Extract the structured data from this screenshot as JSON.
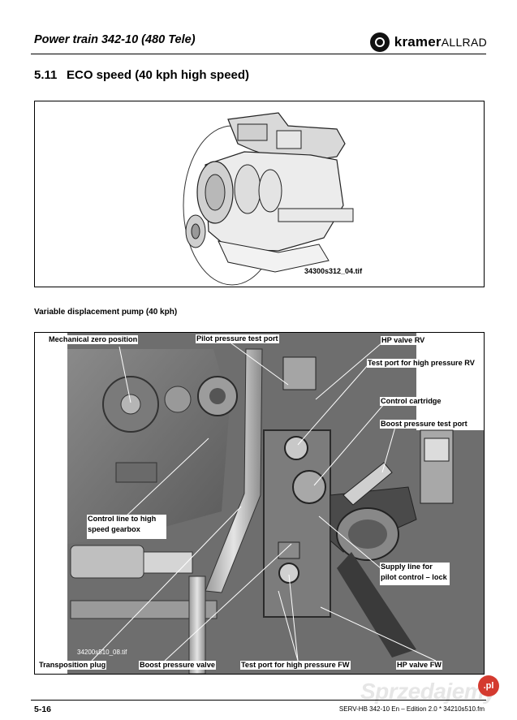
{
  "header": {
    "title": "Power train 342-10 (480 Tele)",
    "brand_main": "kramer",
    "brand_sub": "ALLRAD",
    "logo_icon": "kramer-logo-icon"
  },
  "section": {
    "number": "5.11",
    "title": "ECO speed (40 kph high speed)"
  },
  "figure1": {
    "image_label": "34300s312_04.tif"
  },
  "figure2": {
    "caption": "Variable displacement pump (40 kph)",
    "image_label": "34200s510_08.tif",
    "labels": {
      "mechanical_zero": "Mechanical zero position",
      "pilot_test": "Pilot pressure test port",
      "hp_rv": "HP valve RV",
      "test_hp_rv": "Test port for high pressure RV",
      "control_cartridge": "Control cartridge",
      "boost_test": "Boost pressure test port",
      "control_line_1": "Control line to high",
      "control_line_2": "speed gearbox",
      "supply_1": "Supply line for",
      "supply_2": "pilot control – lock",
      "transposition": "Transposition plug",
      "boost_valve": "Boost pressure valve",
      "test_hp_fw": "Test port for high pressure FW",
      "hp_fw": "HP valve FW"
    }
  },
  "footer": {
    "page": "5-16",
    "doc": "SERV-HB 342-10 En – Edition 2.0 * 34210s510.fm"
  },
  "watermark": {
    "text": "Sprzedajemy",
    "badge": ".pl"
  }
}
